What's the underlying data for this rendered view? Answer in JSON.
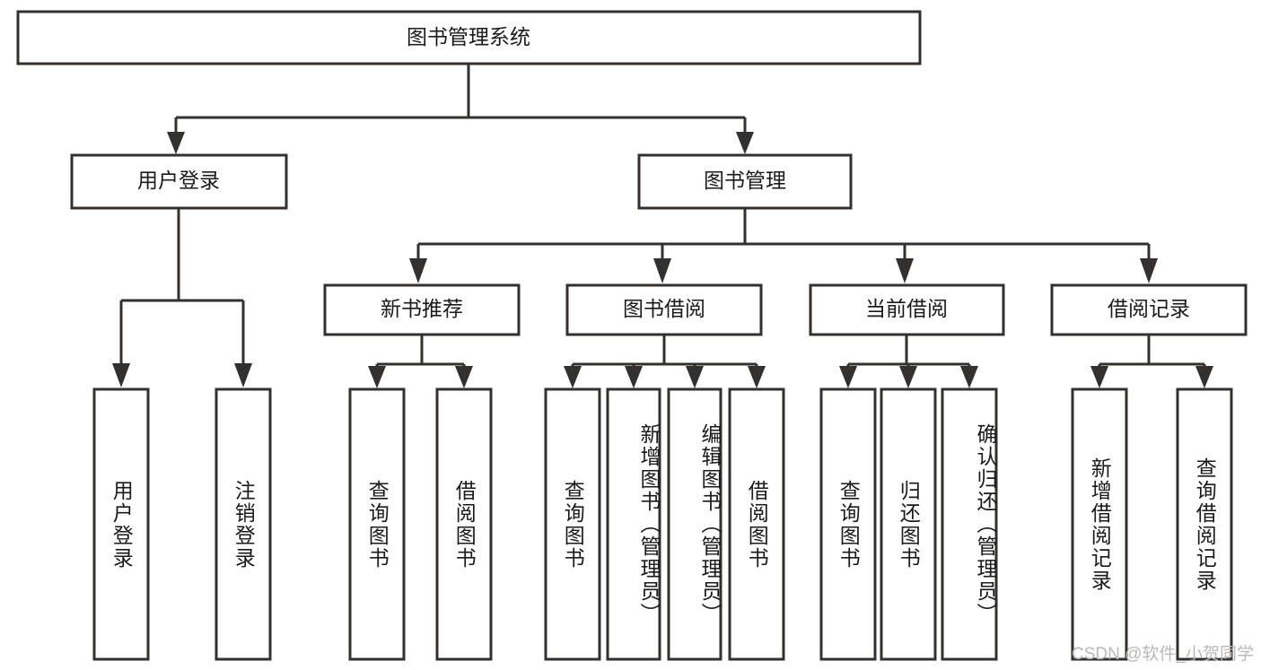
{
  "diagram": {
    "title": "图书管理系统",
    "type": "hierarchy-tree",
    "watermark": "CSDN @软件_小贺同学",
    "colors": {
      "stroke": "#33302e",
      "box_fill": "#ffffff",
      "text": "#1a1a1a",
      "background": "#ffffff",
      "watermark": "#b9b9b9"
    },
    "root": {
      "label": "图书管理系统"
    },
    "level2": [
      {
        "label": "用户登录"
      },
      {
        "label": "图书管理"
      }
    ],
    "level3": [
      {
        "label": "新书推荐"
      },
      {
        "label": "图书借阅"
      },
      {
        "label": "当前借阅"
      },
      {
        "label": "借阅记录"
      }
    ],
    "leaves": {
      "user_login": [
        {
          "label": "用户登录"
        },
        {
          "label": "注销登录"
        }
      ],
      "new_book": [
        {
          "label": "查询图书"
        },
        {
          "label": "借阅图书"
        }
      ],
      "book_borrow": [
        {
          "label": "查询图书"
        },
        {
          "label": "新增图书（管理员）"
        },
        {
          "label": "编辑图书（管理员）"
        },
        {
          "label": "借阅图书"
        }
      ],
      "current_borrow": [
        {
          "label": "查询图书"
        },
        {
          "label": "归还图书"
        },
        {
          "label": "确认归还（管理员）"
        }
      ],
      "borrow_record": [
        {
          "label": "新增借阅记录"
        },
        {
          "label": "查询借阅记录"
        }
      ]
    }
  }
}
